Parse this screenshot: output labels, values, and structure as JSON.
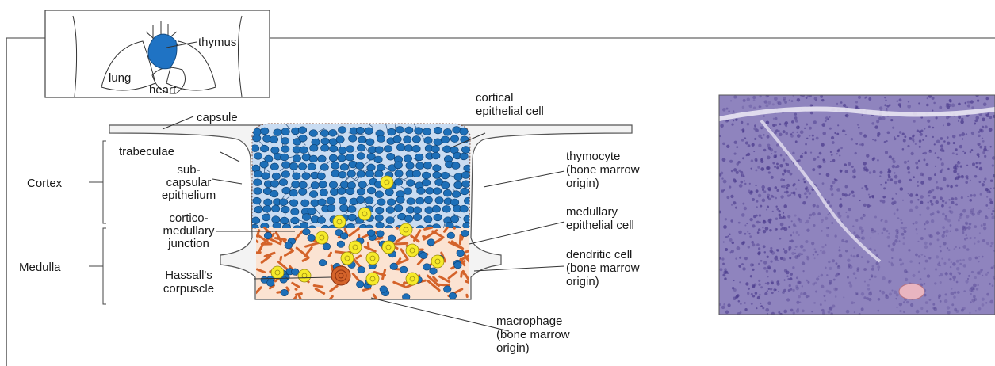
{
  "inset": {
    "labels": {
      "thymus": "thymus",
      "lung": "lung",
      "heart": "heart"
    }
  },
  "diagram": {
    "capsule": "capsule",
    "cortical_cell": [
      "cortical",
      "epithelial cell"
    ],
    "trabeculae": "trabeculae",
    "subcapsular": [
      "sub-",
      "capsular",
      "epithelium"
    ],
    "cortex": "Cortex",
    "thymocyte": [
      "thymocyte",
      "(bone marrow",
      "origin)"
    ],
    "corticomedullary": [
      "cortico-",
      "medullary",
      "junction"
    ],
    "medullary_cell": [
      "medullary",
      "epithelial cell"
    ],
    "medulla": "Medulla",
    "dendritic": [
      "dendritic cell",
      "(bone marrow",
      "origin)"
    ],
    "hassall": [
      "Hassall's",
      "corpuscle"
    ],
    "macrophage": [
      "macrophage",
      "(bone marrow",
      "origin)"
    ]
  },
  "colors": {
    "thymus_blue": "#1f73c4",
    "thymocyte_blue": "#1d6fb8",
    "cortex_bg": "#c9dcf2",
    "medulla_bg": "#fbe3d2",
    "capsule_grey": "#f0f0f0",
    "medullary_orange": "#d4632a",
    "dendritic_yellow": "#f6ea2a",
    "histology_purple": "#6f5ba8"
  }
}
